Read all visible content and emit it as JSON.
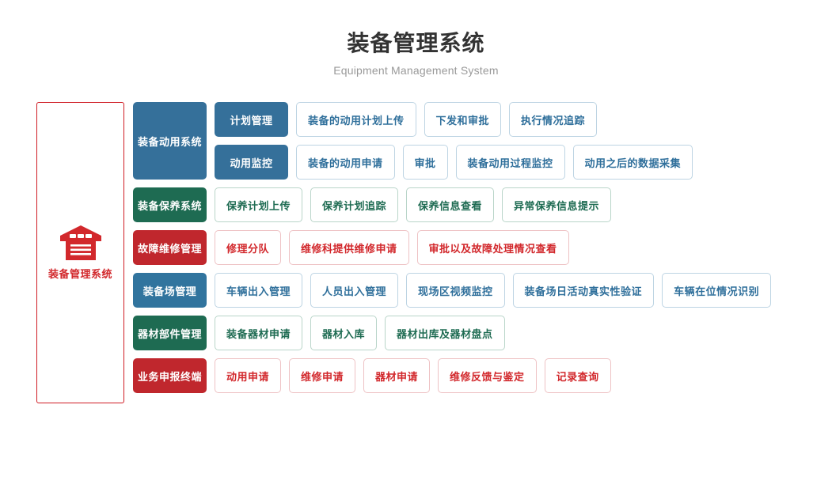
{
  "header": {
    "title": "装备管理系统",
    "subtitle": "Equipment Management System"
  },
  "root_panel": {
    "icon": "warehouse-icon",
    "label": "装备管理系统",
    "border_color": "#cf1c24"
  },
  "colors": {
    "blue": "#35709a",
    "light_blue": "#31749e",
    "green": "#1e6b52",
    "red": "#c0272d",
    "blue_text": "#2f6f9b",
    "green_text": "#1e6b52",
    "red_text": "#d2282c",
    "title": "#333333",
    "subtitle": "#999999"
  },
  "groups": [
    {
      "head": "装备动用系统",
      "theme": "blue",
      "subrows": [
        {
          "sub_head": "计划管理",
          "leaves": [
            "装备的动用计划上传",
            "下发和审批",
            "执行情况追踪"
          ]
        },
        {
          "sub_head": "动用监控",
          "leaves": [
            "装备的动用申请",
            "审批",
            "装备动用过程监控",
            "动用之后的数据采集"
          ]
        }
      ]
    },
    {
      "head": "装备保养系统",
      "theme": "green",
      "subrows": [
        {
          "sub_head": null,
          "leaves": [
            "保养计划上传",
            "保养计划追踪",
            "保养信息查看",
            "异常保养信息提示"
          ]
        }
      ]
    },
    {
      "head": "故障维修管理",
      "theme": "red",
      "subrows": [
        {
          "sub_head": null,
          "leaves": [
            "修理分队",
            "维修科提供维修申请",
            "审批以及故障处理情况查看"
          ]
        }
      ]
    },
    {
      "head": "装备场管理",
      "theme": "lblue",
      "subrows": [
        {
          "sub_head": null,
          "leaves": [
            "车辆出入管理",
            "人员出入管理",
            "现场区视频监控",
            "装备场日活动真实性验证",
            "车辆在位情况识别"
          ]
        }
      ]
    },
    {
      "head": "器材部件管理",
      "theme": "green",
      "subrows": [
        {
          "sub_head": null,
          "leaves": [
            "装备器材申请",
            "器材入库",
            "器材出库及器材盘点"
          ]
        }
      ]
    },
    {
      "head": "业务申报终端",
      "theme": "red",
      "subrows": [
        {
          "sub_head": null,
          "leaves": [
            "动用申请",
            "维修申请",
            "器材申请",
            "维修反馈与鉴定",
            "记录查询"
          ]
        }
      ]
    }
  ]
}
